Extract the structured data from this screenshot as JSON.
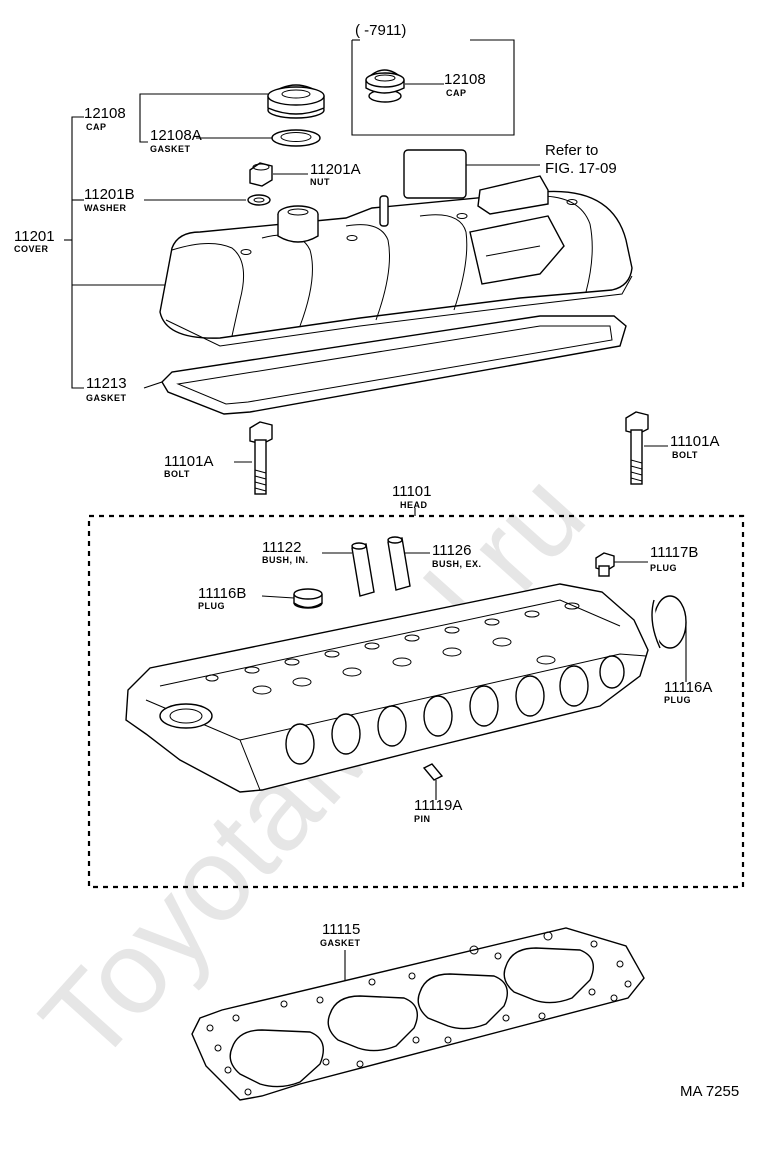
{
  "watermark": "ToyotaMiral.ru",
  "inset": {
    "range": "(    -7911)"
  },
  "refer": {
    "line1": "Refer to",
    "line2": "FIG. 17-09"
  },
  "diagram_code": "MA 7255",
  "parts": {
    "cap_inset": {
      "number": "12108",
      "name": "CAP"
    },
    "cap": {
      "number": "12108",
      "name": "CAP"
    },
    "gasket_cap": {
      "number": "12108A",
      "name": "GASKET"
    },
    "nut": {
      "number": "11201A",
      "name": "NUT"
    },
    "washer": {
      "number": "11201B",
      "name": "WASHER"
    },
    "cover": {
      "number": "11201",
      "name": "COVER"
    },
    "gasket_cover": {
      "number": "11213",
      "name": "GASKET"
    },
    "bolt_left": {
      "number": "11101A",
      "name": "BOLT"
    },
    "bolt_right": {
      "number": "11101A",
      "name": "BOLT"
    },
    "head": {
      "number": "11101",
      "name": "HEAD"
    },
    "bush_in": {
      "number": "11122",
      "name": "BUSH, IN."
    },
    "bush_ex": {
      "number": "11126",
      "name": "BUSH, EX."
    },
    "plug_b": {
      "number": "11117B",
      "name": "PLUG"
    },
    "plug_116b": {
      "number": "11116B",
      "name": "PLUG"
    },
    "plug_116a": {
      "number": "11116A",
      "name": "PLUG"
    },
    "pin": {
      "number": "11119A",
      "name": "PIN"
    },
    "head_gasket": {
      "number": "11115",
      "name": "GASKET"
    }
  }
}
